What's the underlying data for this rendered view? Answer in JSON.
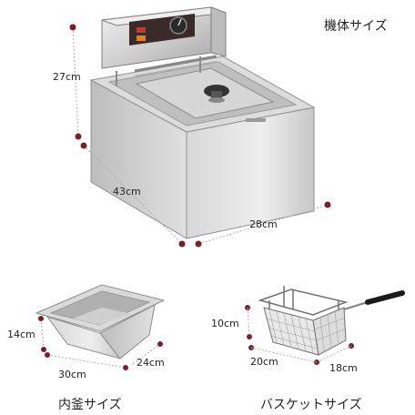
{
  "captions": {
    "body_size": "機体サイズ",
    "pot_size": "内釜サイズ",
    "basket_size": "バスケットサイズ"
  },
  "body_dims": {
    "height": "27cm",
    "depth": "43cm",
    "width": "28cm"
  },
  "pot_dims": {
    "height": "14cm",
    "length": "30cm",
    "width": "24cm"
  },
  "basket_dims": {
    "height": "10cm",
    "length": "20cm",
    "width": "18cm"
  },
  "colors": {
    "marker": "#7a1f2b",
    "steel_light": "#e6e6e6",
    "steel_mid": "#c4c4c4",
    "steel_dark": "#9a9a9a",
    "panel_dark": "#3a2a2a",
    "handle": "#1a1a1a"
  }
}
